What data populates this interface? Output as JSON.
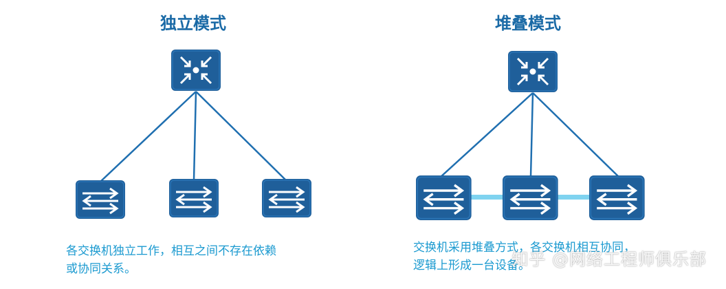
{
  "panels": {
    "left": {
      "title": "独立模式",
      "caption_line1": "各交换机独立工作，相互之间不存在依赖",
      "caption_line2": "或协同关系。"
    },
    "right": {
      "title": "堆叠模式",
      "caption_line1": "交换机采用堆叠方式，各交换机相互协同，",
      "caption_line2": "逻辑上形成一台设备。"
    }
  },
  "watermark": "知乎 @网络工程师俱乐部",
  "colors": {
    "device_fill": "#1f5f9a",
    "device_dark": "#16497a",
    "link_line": "#1f6fb0",
    "stack_link": "#7fd3f0",
    "title": "#1a6aa6",
    "caption": "#1b9ad0"
  },
  "icons": {
    "core": "core-switch-icon",
    "access": "access-switch-icon"
  }
}
